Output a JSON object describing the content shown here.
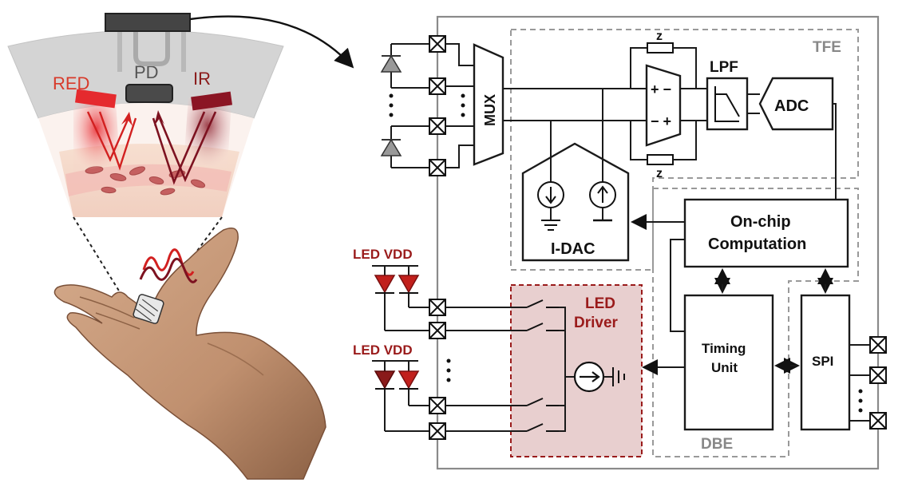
{
  "illustration": {
    "red_label": "RED",
    "pd_label": "PD",
    "ir_label": "IR"
  },
  "blocks": {
    "mux": "MUX",
    "lpf": "LPF",
    "adc": "ADC",
    "z_top": "z",
    "z_bottom": "z",
    "idac": "I-DAC",
    "tfe": "TFE",
    "dbe": "DBE",
    "computation_line1": "On-chip",
    "computation_line2": "Computation",
    "timing_line1": "Timing",
    "timing_line2": "Unit",
    "spi": "SPI",
    "led_driver_line1": "LED",
    "led_driver_line2": "Driver",
    "led_vdd_top": "LED VDD",
    "led_vdd_bottom": "LED VDD"
  },
  "colors": {
    "red": "#c9221c",
    "dark_red": "#8a1018",
    "led_driver_fill": "#e8cfcf",
    "led_driver_border": "#9a1b1b",
    "chip_border": "#888888",
    "dashed_border": "#9a9a9a",
    "skin": "#c79878"
  }
}
